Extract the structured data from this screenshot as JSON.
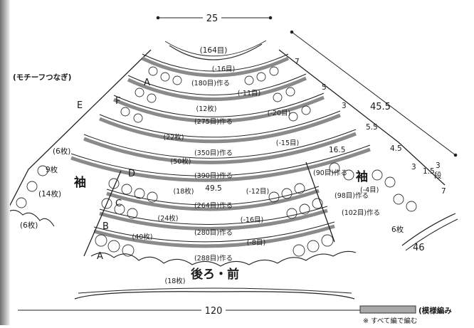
{
  "dimensions": {
    "top_width": "25",
    "bottom_width": "120",
    "side_length": "45.5",
    "sleeve_width": "46",
    "depth": "49.5"
  },
  "title_label": "(モチーフつなぎ)",
  "zone_letters": {
    "A_top": "A",
    "F": "F",
    "E": "E",
    "D": "D",
    "C": "C",
    "B": "B",
    "A_bottom": "A"
  },
  "center_labels": [
    "(164目)",
    "(-16目)",
    "(180目)作る",
    "(-11目)",
    "(12枚)",
    "(275目)作る",
    "(-20目)",
    "(22枚)",
    "(-15目)",
    "(350目)作る",
    "(50枚)",
    "(390目)作る",
    "(18枚)",
    "(-12目)",
    "(264目)作る",
    "(-16目)",
    "(24枚)",
    "(280目)作る",
    "(-8目)",
    "(40枚)",
    "(288目)作る",
    "(18枚)"
  ],
  "right_labels": {
    "r7": "7",
    "r5": "5",
    "r3": "3",
    "r55": "5.5",
    "r165": "16.5",
    "r45": "4.5",
    "r3b": "3",
    "r15": "1.5",
    "r3c": "3",
    "r_dan": "段",
    "r7b": "7",
    "sleeve": "袖",
    "s90": "(90目)作る",
    "s4": "(-4目)",
    "s98": "(98目)作る",
    "s102": "(102目)作る",
    "s6": "6枚"
  },
  "left_labels": {
    "sleeve": "袖",
    "l6": "(6枚)",
    "l9": "9枚",
    "l14": "(14枚)",
    "l6b": "(6枚)"
  },
  "body_label": "後ろ・前",
  "legend_text": "(模様編み",
  "footnote": "※ すべて編で編む"
}
